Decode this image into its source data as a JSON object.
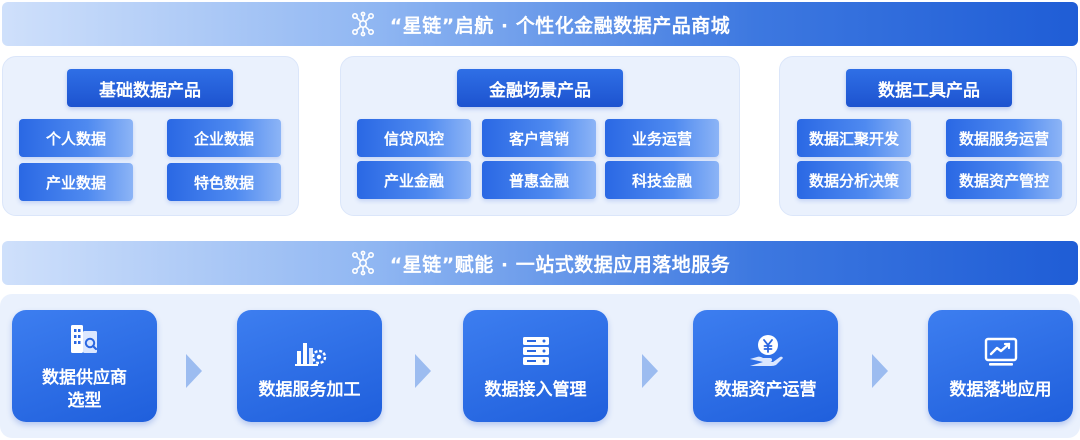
{
  "top_banner": {
    "title": "“星链”启航 · 个性化金融数据产品商城"
  },
  "groups": [
    {
      "title": "基础数据产品",
      "items": [
        "个人数据",
        "企业数据",
        "产业数据",
        "特色数据"
      ]
    },
    {
      "title": "金融场景产品",
      "items": [
        "信贷风控",
        "客户营销",
        "业务运营",
        "产业金融",
        "普惠金融",
        "科技金融"
      ]
    },
    {
      "title": "数据工具产品",
      "items": [
        "数据汇聚开发",
        "数据服务运营",
        "数据分析决策",
        "数据资产管控"
      ]
    }
  ],
  "mid_banner": {
    "title": "“星链”赋能 · 一站式数据应用落地服务"
  },
  "steps": [
    {
      "label": "数据供应商\n选型",
      "icon": "building-search-icon"
    },
    {
      "label": "数据服务加工",
      "icon": "chart-gear-icon"
    },
    {
      "label": "数据接入管理",
      "icon": "server-stack-icon"
    },
    {
      "label": "数据资产运营",
      "icon": "yen-hand-icon"
    },
    {
      "label": "数据落地应用",
      "icon": "trend-screen-icon"
    }
  ],
  "colors": {
    "primary": "#1f5fdc",
    "panel_bg": "#eaf1fd",
    "arrow": "#9cbcf0"
  }
}
